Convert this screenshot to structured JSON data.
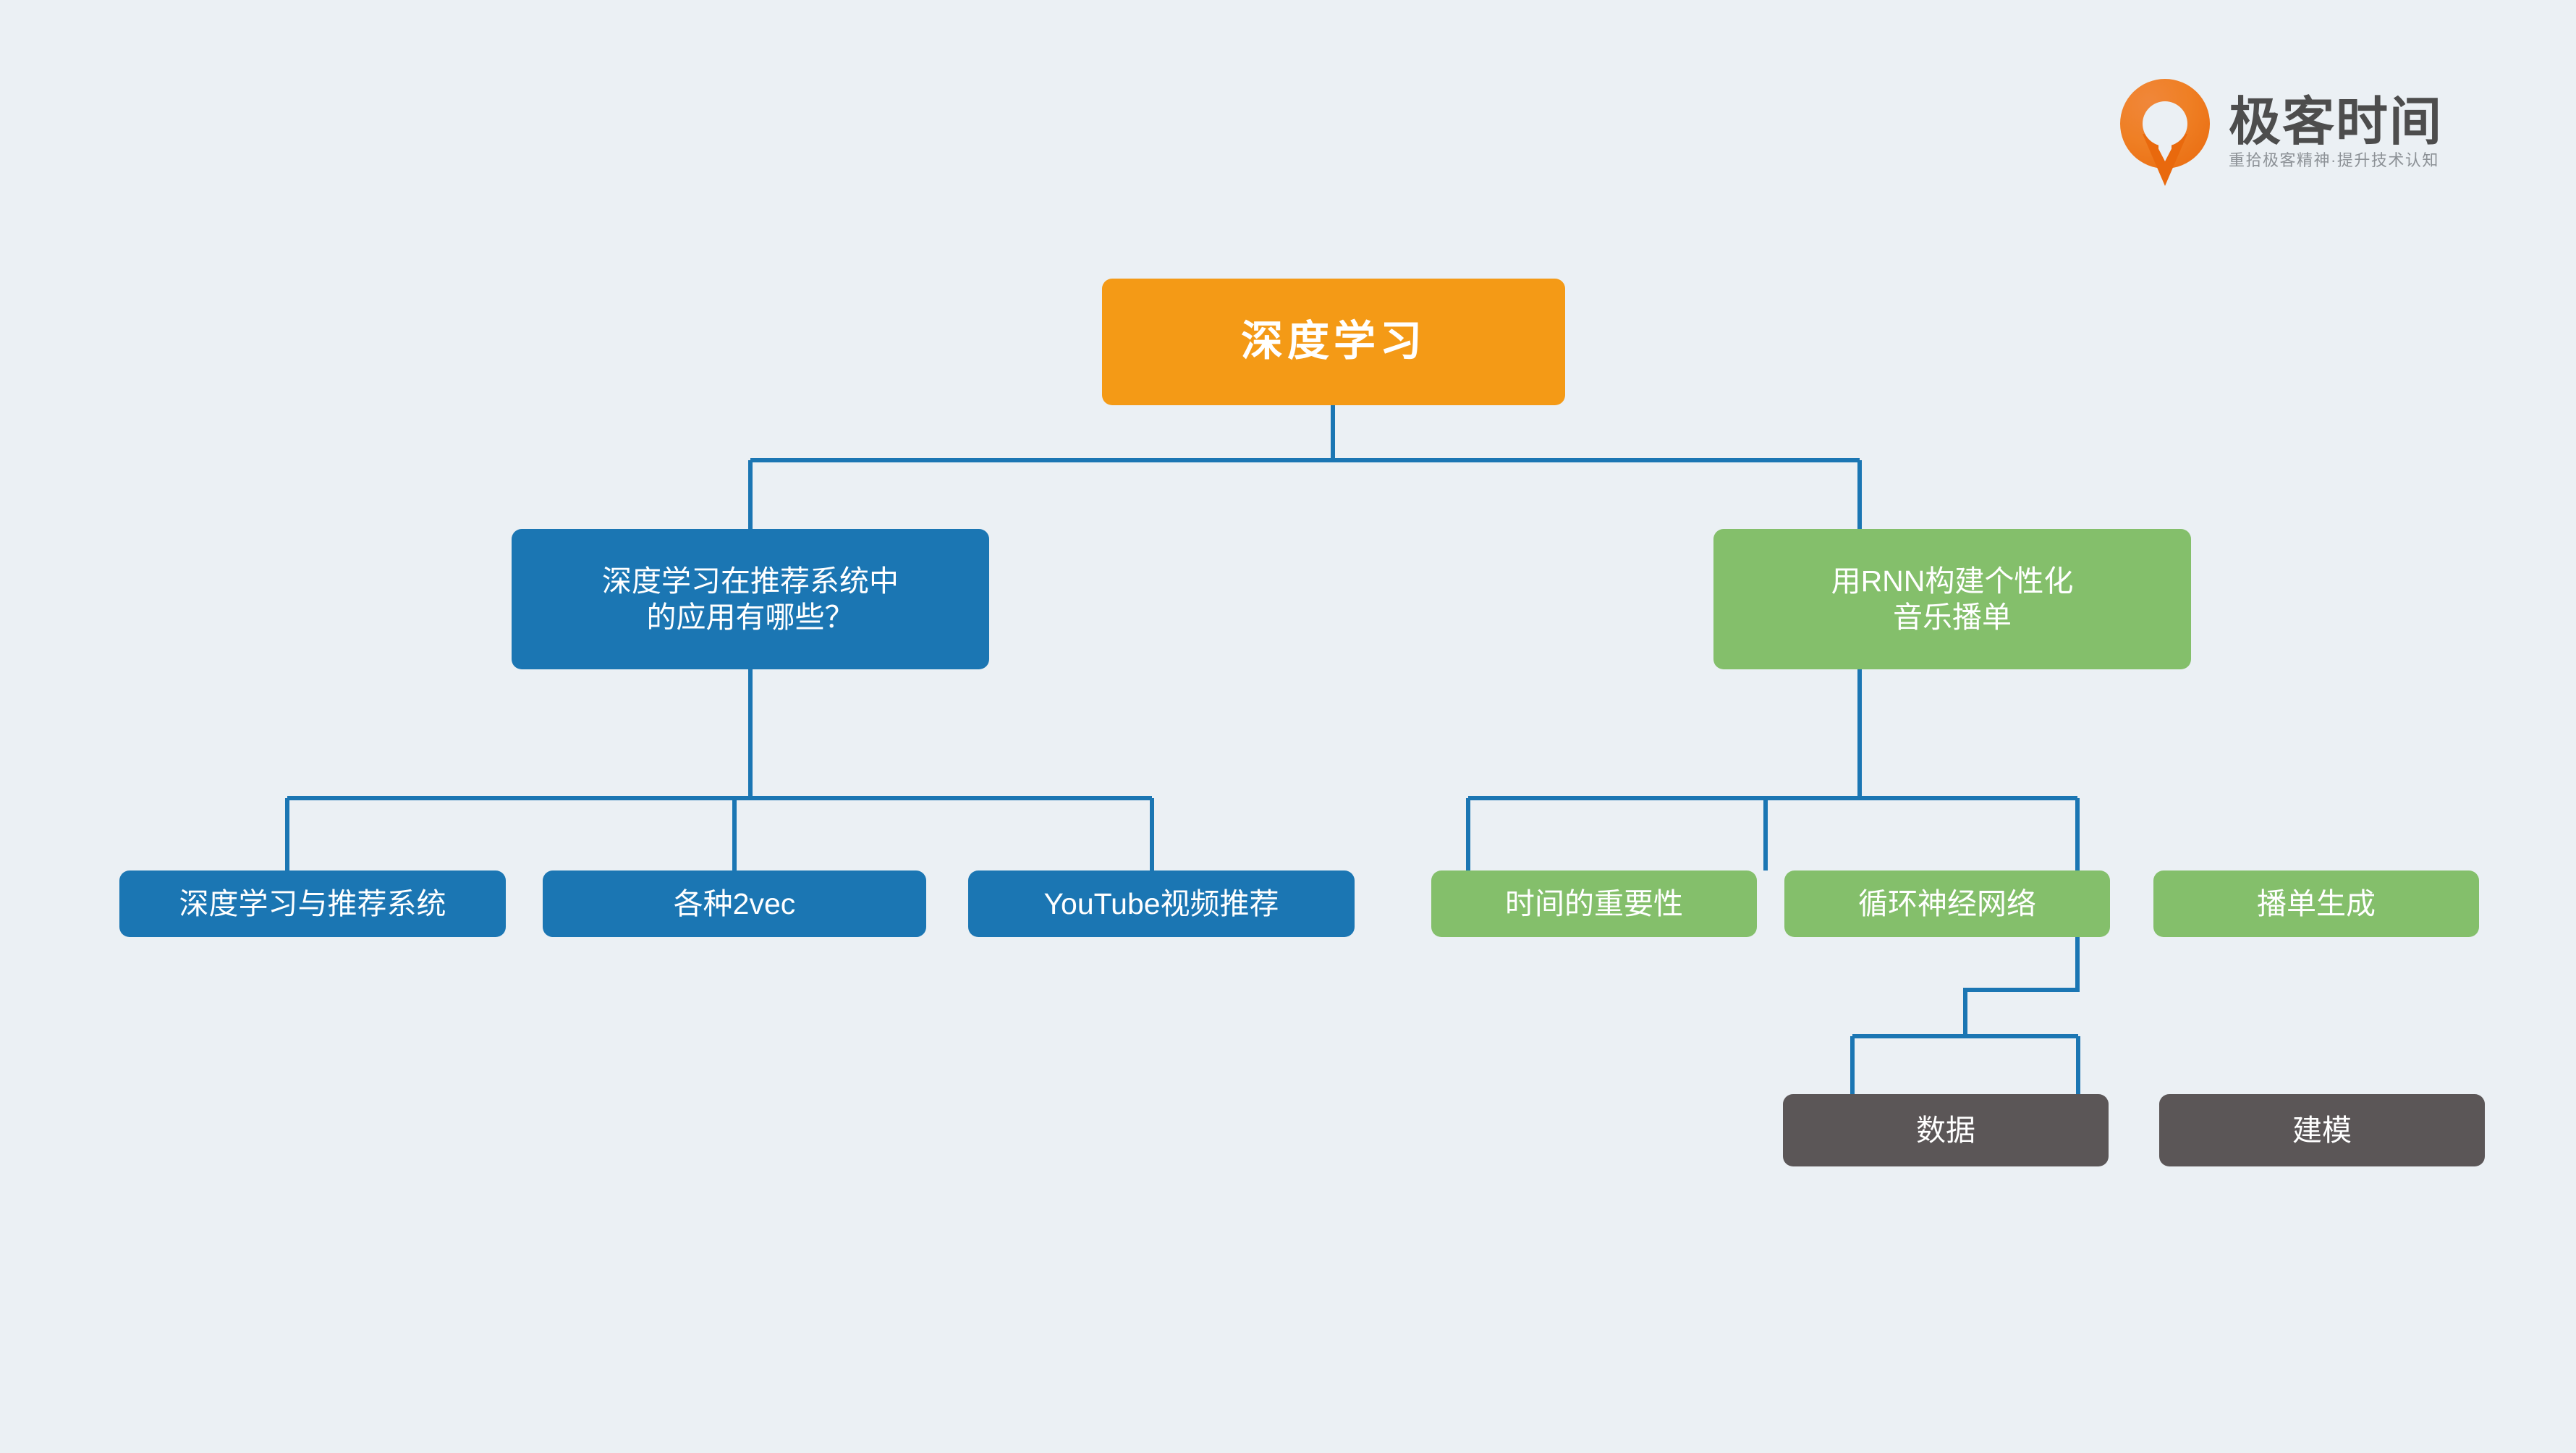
{
  "page": {
    "background_color": "#ebf0f4",
    "type": "mindmap"
  },
  "brand": {
    "logo_icon": "geekbang-pin-logo",
    "title": "极客时间",
    "tagline": "重拾极客精神·提升技术认知",
    "mark_color": "#ed7423",
    "title_color": "#4d4d4d"
  },
  "colors": {
    "root": "#f49a16",
    "blue": "#1b76b3",
    "green": "#84bf6b",
    "gray": "#5b5657",
    "connector": "#1b76b3",
    "text": "#ffffff"
  },
  "chart_data": {
    "type": "tree",
    "title": "深度学习",
    "nodes": [
      {
        "id": "root",
        "label": "深度学习",
        "level": 0,
        "color": "#f49a16",
        "parent": null
      },
      {
        "id": "b1",
        "label": "深度学习在推荐系统中\n的应用有哪些？",
        "level": 1,
        "color": "#1b76b3",
        "parent": "root"
      },
      {
        "id": "b2",
        "label": "用RNN构建个性化\n音乐播单",
        "level": 1,
        "color": "#84bf6b",
        "parent": "root"
      },
      {
        "id": "b1c1",
        "label": "深度学习与推荐系统",
        "level": 2,
        "color": "#1b76b3",
        "parent": "b1"
      },
      {
        "id": "b1c2",
        "label": "各种2vec",
        "level": 2,
        "color": "#1b76b3",
        "parent": "b1"
      },
      {
        "id": "b1c3",
        "label": "YouTube视频推荐",
        "level": 2,
        "color": "#1b76b3",
        "parent": "b1"
      },
      {
        "id": "b2c1",
        "label": "时间的重要性",
        "level": 2,
        "color": "#84bf6b",
        "parent": "b2"
      },
      {
        "id": "b2c2",
        "label": "循环神经网络",
        "level": 2,
        "color": "#84bf6b",
        "parent": "b2"
      },
      {
        "id": "b2c3",
        "label": "播单生成",
        "level": 2,
        "color": "#84bf6b",
        "parent": "b2"
      },
      {
        "id": "b2c3d1",
        "label": "数据",
        "level": 3,
        "color": "#5b5657",
        "parent": "b2c3"
      },
      {
        "id": "b2c3d2",
        "label": "建模",
        "level": 3,
        "color": "#5b5657",
        "parent": "b2c3"
      }
    ]
  },
  "tree": {
    "root": {
      "label": "深度学习"
    },
    "branch_left": {
      "label_line1": "深度学习在推荐系统中",
      "label_line2": "的应用有哪些？",
      "children": [
        {
          "label": "深度学习与推荐系统"
        },
        {
          "label": "各种2vec"
        },
        {
          "label": "YouTube视频推荐"
        }
      ]
    },
    "branch_right": {
      "label_line1": "用RNN构建个性化",
      "label_line2": "音乐播单",
      "children": [
        {
          "label": "时间的重要性"
        },
        {
          "label": "循环神经网络"
        },
        {
          "label": "播单生成",
          "children": [
            {
              "label": "数据"
            },
            {
              "label": "建模"
            }
          ]
        }
      ]
    }
  }
}
